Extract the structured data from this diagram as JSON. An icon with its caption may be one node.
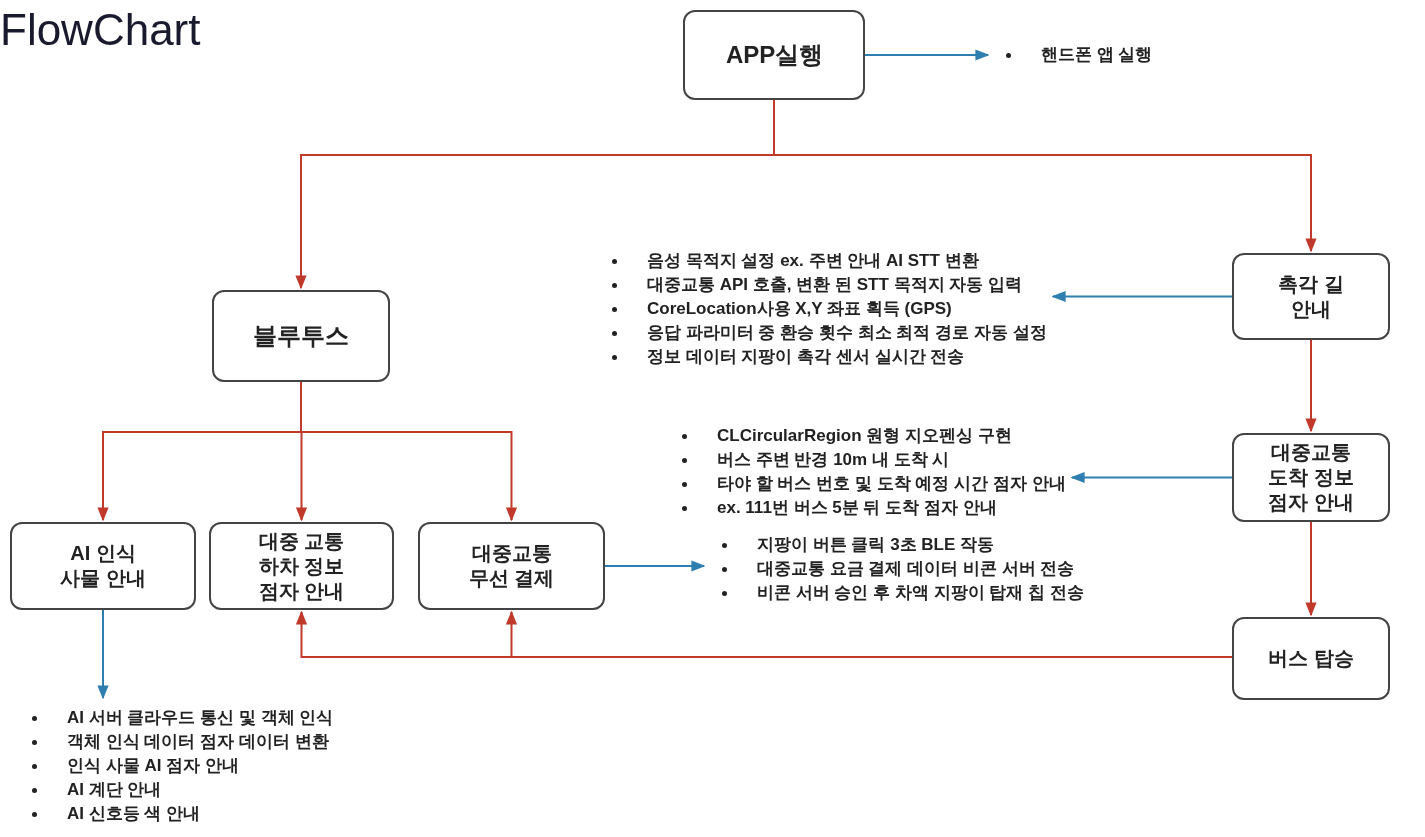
{
  "diagram": {
    "title": "FlowChart",
    "nodes": [
      {
        "text": [
          "APP실행"
        ]
      },
      {
        "text": [
          "핸드폰 앱 실행"
        ]
      },
      {
        "text": [
          "블루투스"
        ]
      },
      {
        "text": [
          "촉각 길 안내"
        ]
      },
      {
        "text": [
          "음성 목적지 설정 ex. 주변 안내 AI STT 변환",
          "대중교통 API 호출, 변환 된 STT 목적지 자동 입력",
          "CoreLocation사용 X,Y 좌표 획득 (GPS)",
          "응답 파라미터 중 환승 횟수 최소 최적 경로 자동 설정",
          "정보 데이터 지팡이 촉각 센서 실시간 전송"
        ]
      },
      {
        "text": [
          "대중교통 도착 정보 점자 안내"
        ]
      },
      {
        "text": [
          "CLCircularRegion 원형 지오펜싱 구현",
          "버스 주변 반경 10m 내 도착 시",
          "타야 할 버스 번호 및 도착 예정 시간 점자 안내",
          "ex. 111번 버스 5분 뒤 도착 점자 안내"
        ]
      },
      {
        "text": [
          "AI 인식 사물 안내"
        ]
      },
      {
        "text": [
          "대중 교통 하차 정보 점자 안내"
        ]
      },
      {
        "text": [
          "대중교통 무선 결제"
        ]
      },
      {
        "text": [
          "지팡이 버튼 클릭 3초 BLE 작동",
          "대중교통 요금 결제 데이터 비콘 서버 전송",
          "비콘 서버 승인 후 차액 지팡이 탑재 칩 전송"
        ]
      },
      {
        "text": [
          "버스 탑승"
        ]
      },
      {
        "text": [
          "AI 서버 클라우드 통신 및 객체 인식",
          "객체 인식 데이터 점자 데이터 변환",
          "인식 사물 AI 점자 안내",
          "AI 계단 안내",
          "AI 신호등 색 안내"
        ]
      }
    ],
    "edges": [
      {
        "from": 0,
        "to": 2,
        "arrow": "to"
      },
      {
        "from": 0,
        "to": 3,
        "arrow": "to"
      },
      {
        "from": 0,
        "to": 1,
        "arrow": "to",
        "color": "#2e7fb0"
      },
      {
        "from": 3,
        "to": 4,
        "arrow": "to",
        "color": "#2e7fb0"
      },
      {
        "from": 3,
        "to": 5,
        "arrow": "to"
      },
      {
        "from": 5,
        "to": 6,
        "arrow": "to",
        "color": "#2e7fb0"
      },
      {
        "from": 5,
        "to": 11,
        "arrow": "to"
      },
      {
        "from": 2,
        "to": 7,
        "arrow": "to"
      },
      {
        "from": 2,
        "to": 8,
        "arrow": "to"
      },
      {
        "from": 2,
        "to": 9,
        "arrow": "to"
      },
      {
        "from": 9,
        "to": 10,
        "arrow": "to",
        "color": "#2e7fb0"
      },
      {
        "from": 11,
        "to": 8,
        "arrow": "to"
      },
      {
        "from": 11,
        "to": 9,
        "arrow": "to"
      },
      {
        "from": 7,
        "to": 12,
        "arrow": "to",
        "color": "#2e7fb0"
      }
    ]
  }
}
